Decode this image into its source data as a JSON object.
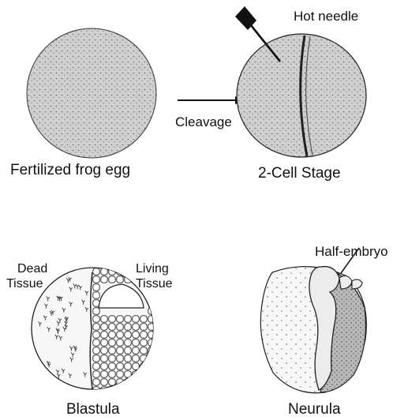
{
  "figure": {
    "labels": {
      "fertilized_egg": "Fertilized frog egg",
      "cleavage": "Cleavage",
      "hot_needle": "Hot needle",
      "two_cell_stage": "2-Cell Stage",
      "dead_tissue_line1": "Dead",
      "dead_tissue_line2": "Tissue",
      "living_tissue_line1": "Living",
      "living_tissue_line2": "Tissue",
      "blastula": "Blastula",
      "half_embryo": "Half-embryo",
      "neurula": "Neurula"
    },
    "colors": {
      "ink": "#111111",
      "stipple_fill": "#d4d4d4",
      "light_fill": "#f4f4f4",
      "embryo_fill": "#e2e2e2"
    }
  }
}
